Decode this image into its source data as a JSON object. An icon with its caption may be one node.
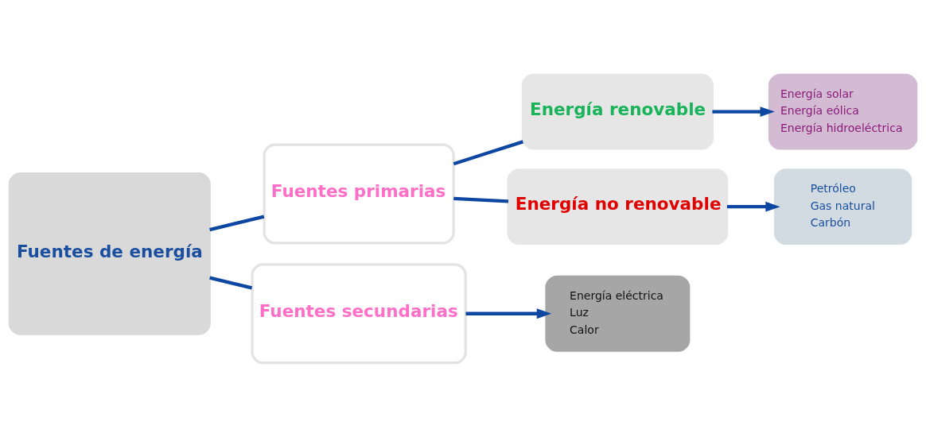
{
  "diagram": {
    "nodes": [
      {
        "text": [
          "Fuentes de energía"
        ]
      },
      {
        "text": [
          "Fuentes primarias"
        ]
      },
      {
        "text": [
          "Energía renovable"
        ]
      },
      {
        "text": [
          "Energía solar",
          "Energía eólica",
          "Energía hidroeléctrica"
        ]
      },
      {
        "text": [
          "Energía no renovable"
        ]
      },
      {
        "text": [
          "Petróleo",
          "Gas natural",
          "Carbón"
        ]
      },
      {
        "text": [
          "Fuentes secundarias"
        ]
      },
      {
        "text": [
          "Energía eléctrica",
          "Luz",
          "Calor"
        ]
      }
    ],
    "edges": [
      {
        "from": 0,
        "to": 1,
        "arrow": "none"
      },
      {
        "from": 0,
        "to": 6,
        "arrow": "none"
      },
      {
        "from": 1,
        "to": 2,
        "arrow": "none"
      },
      {
        "from": 1,
        "to": 4,
        "arrow": "none"
      },
      {
        "from": 2,
        "to": 3,
        "arrow": "to"
      },
      {
        "from": 4,
        "to": 5,
        "arrow": "to"
      },
      {
        "from": 6,
        "to": 7,
        "arrow": "to"
      }
    ]
  }
}
